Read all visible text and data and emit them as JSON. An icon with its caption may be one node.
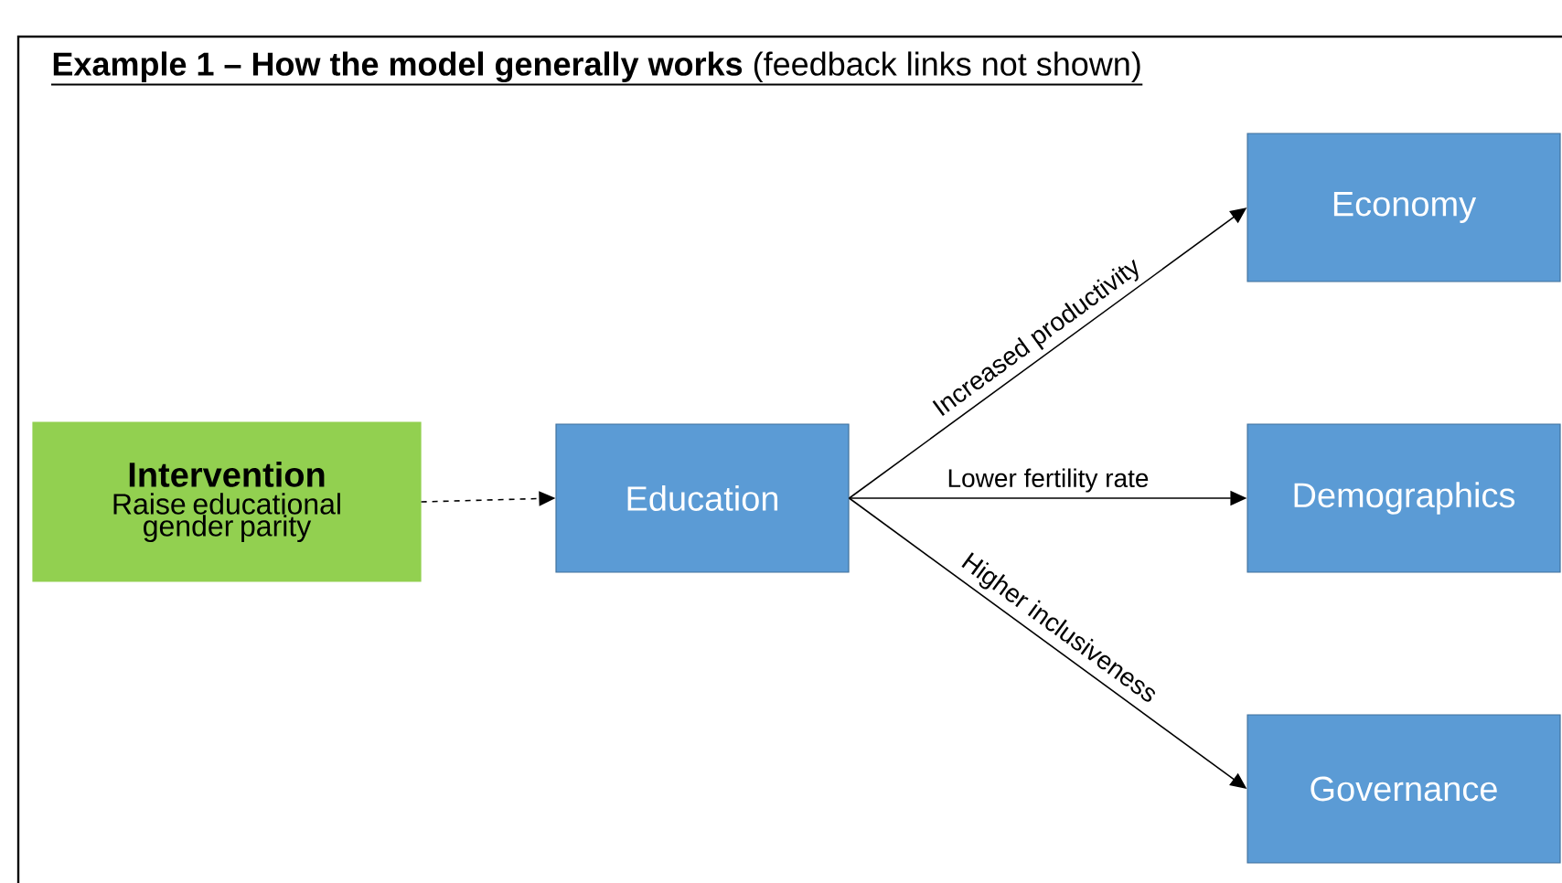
{
  "diagram": {
    "title": "**Example 1 – How the model generally works** (feedback links not shown)",
    "nodes": [
      {
        "text": [
          "Intervention",
          "Raise educational gender parity"
        ]
      },
      {
        "text": [
          "Education"
        ]
      },
      {
        "text": [
          "Economy"
        ]
      },
      {
        "text": [
          "Demographics"
        ]
      },
      {
        "text": [
          "Governance"
        ]
      }
    ],
    "edges": [
      {
        "from": 0,
        "to": 1,
        "arrow": "to",
        "style": "dashed"
      },
      {
        "from": 1,
        "to": 2,
        "arrow": "to",
        "label": "Increased productivity"
      },
      {
        "from": 1,
        "to": 3,
        "arrow": "to",
        "label": "Lower fertility rate"
      },
      {
        "from": 1,
        "to": 4,
        "arrow": "to",
        "label": "Higher inclusiveness"
      }
    ]
  }
}
